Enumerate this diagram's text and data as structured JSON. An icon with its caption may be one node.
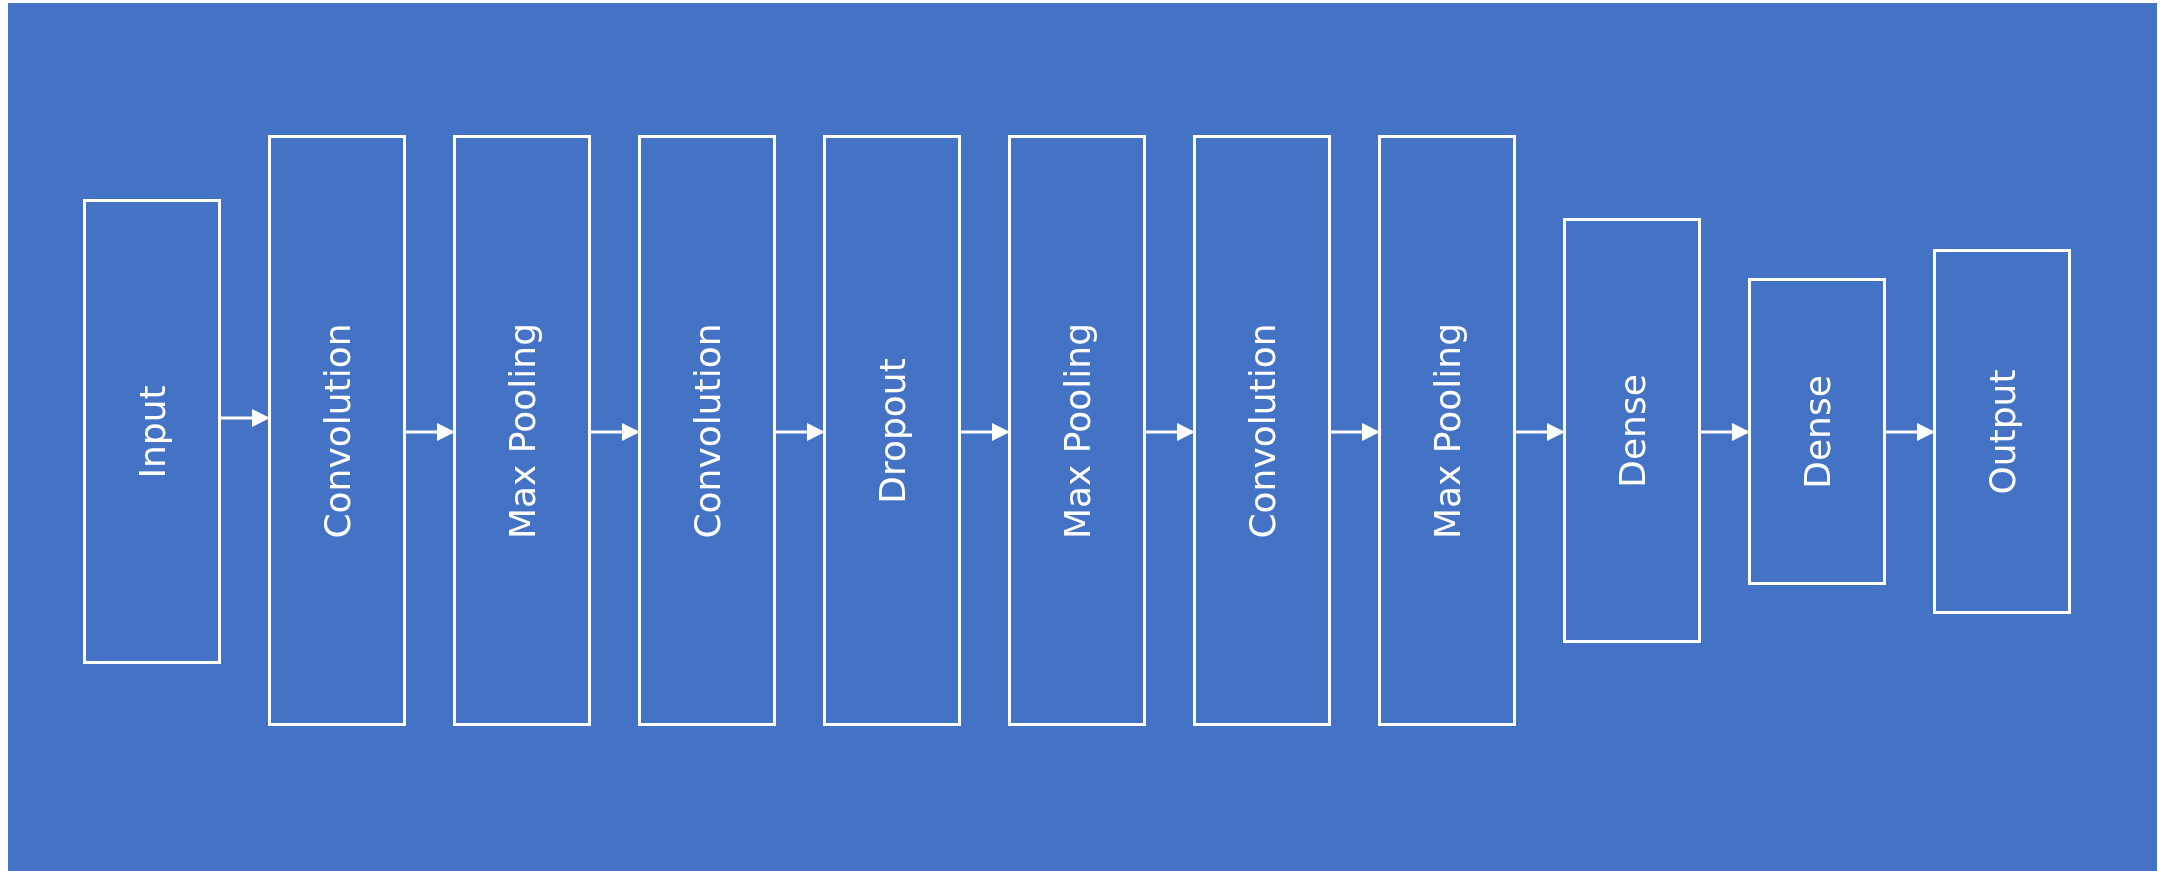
{
  "diagram": {
    "nodes": [
      {
        "text": [
          "Input"
        ]
      },
      {
        "text": [
          "Convolution"
        ]
      },
      {
        "text": [
          "Max Pooling"
        ]
      },
      {
        "text": [
          "Convolution"
        ]
      },
      {
        "text": [
          "Dropout"
        ]
      },
      {
        "text": [
          "Max Pooling"
        ]
      },
      {
        "text": [
          "Convolution"
        ]
      },
      {
        "text": [
          "Max Pooling"
        ]
      },
      {
        "text": [
          "Dense"
        ]
      },
      {
        "text": [
          "Dense"
        ]
      },
      {
        "text": [
          "Output"
        ]
      }
    ],
    "edges": [
      {
        "from": 0,
        "to": 1,
        "arrow": "to"
      },
      {
        "from": 1,
        "to": 2,
        "arrow": "to"
      },
      {
        "from": 2,
        "to": 3,
        "arrow": "to"
      },
      {
        "from": 3,
        "to": 4,
        "arrow": "to"
      },
      {
        "from": 4,
        "to": 5,
        "arrow": "to"
      },
      {
        "from": 5,
        "to": 6,
        "arrow": "to"
      },
      {
        "from": 6,
        "to": 7,
        "arrow": "to"
      },
      {
        "from": 7,
        "to": 8,
        "arrow": "to"
      },
      {
        "from": 8,
        "to": 9,
        "arrow": "to"
      },
      {
        "from": 9,
        "to": 10,
        "arrow": "to"
      }
    ]
  }
}
